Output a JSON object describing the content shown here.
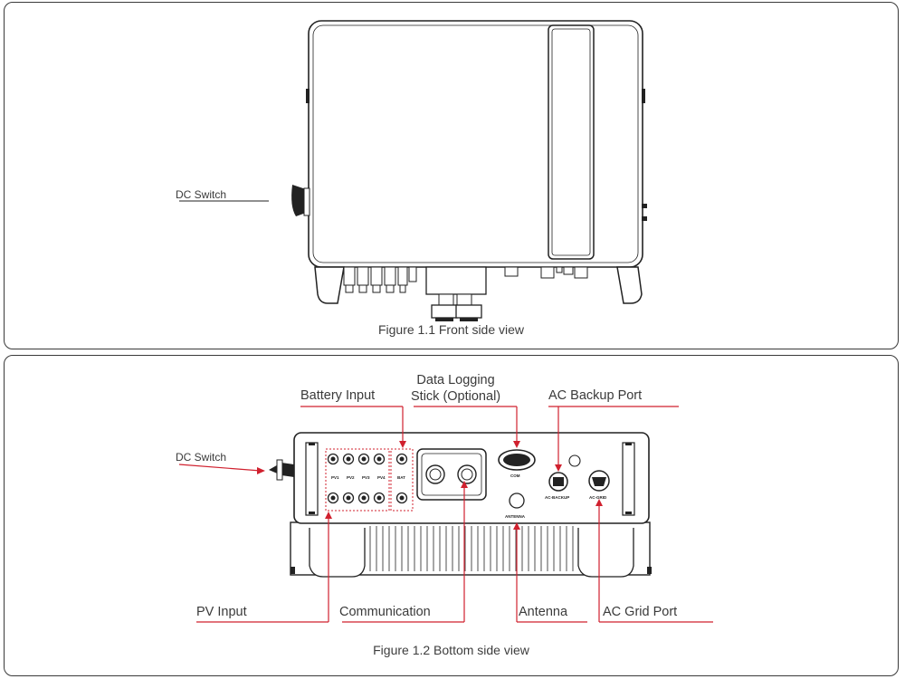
{
  "figure1": {
    "caption": "Figure 1.1 Front side view",
    "labels": {
      "dc_switch": "DC Switch"
    }
  },
  "figure2": {
    "caption": "Figure 1.2 Bottom side view",
    "labels": {
      "dc_switch": "DC Switch",
      "battery_input": "Battery Input",
      "data_logging": "Data Logging\nStick (Optional)",
      "ac_backup_port": "AC Backup Port",
      "pv_input": "PV Input",
      "communication": "Communication",
      "antenna": "Antenna",
      "ac_grid_port": "AC Grid Port"
    },
    "port_markings": {
      "pv1": "PV1",
      "pv2": "PV2",
      "pv3": "PV3",
      "pv4": "PV4",
      "bat": "BAT",
      "com": "COM",
      "ac_backup": "AC-BACKUP",
      "ac_grid": "AC-GRID",
      "antenna": "ANTENNA"
    }
  },
  "colors": {
    "leader_line": "#d0202e",
    "outline": "#222222",
    "panel_border": "#3a3a3a"
  }
}
